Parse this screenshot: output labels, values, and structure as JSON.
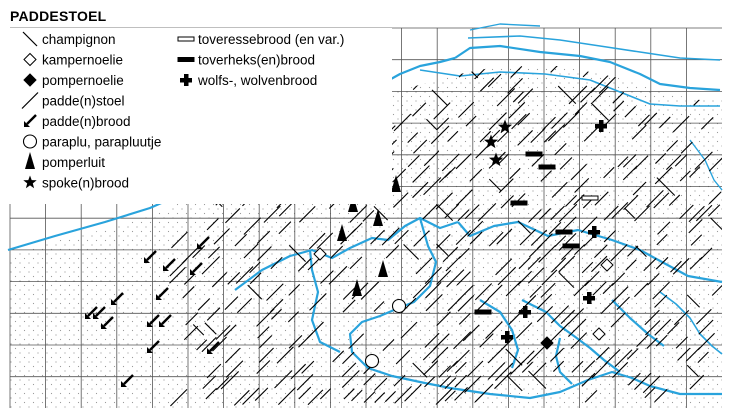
{
  "title": "PADDESTOEL",
  "colors": {
    "grid": "#555555",
    "water": "#29a3dc",
    "dots": "#9a9a9a",
    "symbol": "#000000"
  },
  "legend": [
    {
      "symbol": "slash",
      "label": "champignon"
    },
    {
      "symbol": "diamond-open",
      "label": "kampernoelie"
    },
    {
      "symbol": "diamond-filled",
      "label": "pompernoelie"
    },
    {
      "symbol": "slash-long",
      "label": "padde(n)stoel"
    },
    {
      "symbol": "arrow",
      "label": "padde(n)brood"
    },
    {
      "symbol": "circle-open",
      "label": "paraplu, parapluutje"
    },
    {
      "symbol": "triangle",
      "label": "pomperluit"
    },
    {
      "symbol": "star",
      "label": "spoke(n)brood"
    },
    {
      "symbol": "bar-open",
      "label": "toveressebrood (en var.)"
    },
    {
      "symbol": "bar-filled",
      "label": "toverheks(en)brood"
    },
    {
      "symbol": "plus",
      "label": "wolfs-, wolvenbrood"
    }
  ]
}
